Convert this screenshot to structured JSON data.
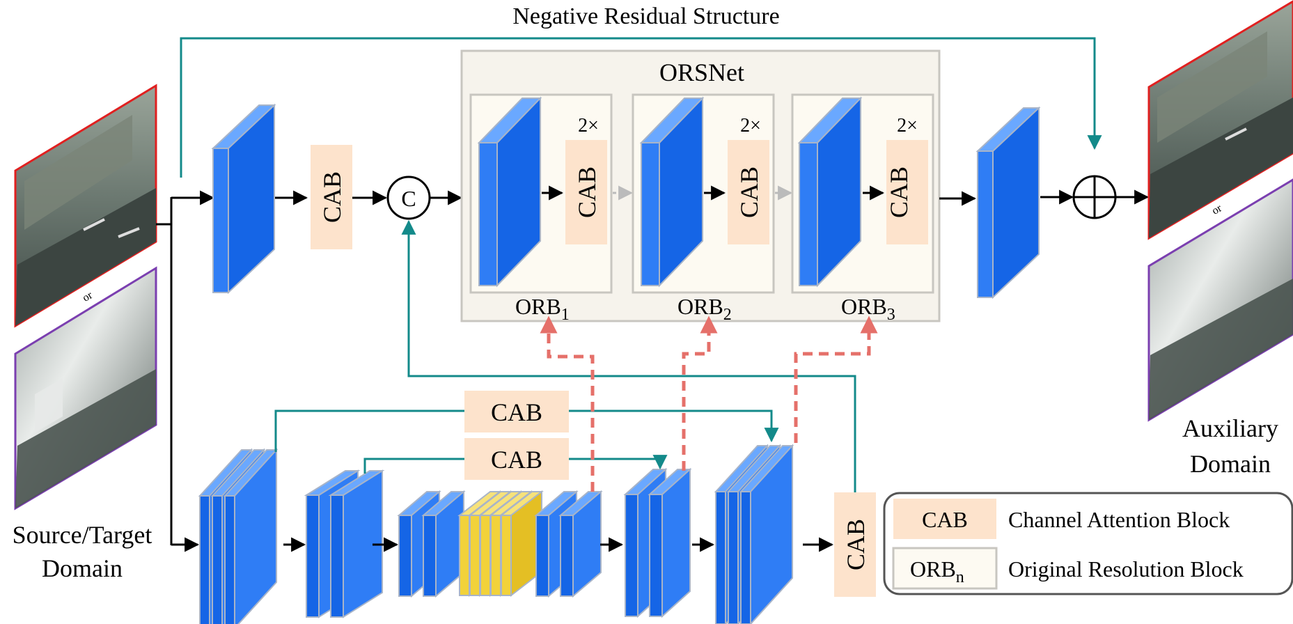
{
  "title": "Negative Residual Structure",
  "orsnet_label": "ORSNet",
  "cab": "CAB",
  "concat_symbol": "C",
  "repeat_label": "2×",
  "orb": [
    {
      "base": "ORB",
      "sub": "1"
    },
    {
      "base": "ORB",
      "sub": "2"
    },
    {
      "base": "ORB",
      "sub": "3"
    }
  ],
  "input_or": "or",
  "output_or": "or",
  "source_label": [
    "Source/Target",
    "Domain"
  ],
  "aux_label": [
    "Auxiliary",
    "Domain"
  ],
  "legend": {
    "cab_key": "CAB",
    "cab_desc": "Channel Attention Block",
    "orb_key_base": "ORB",
    "orb_key_sub": "n",
    "orb_desc": "Original Resolution Block"
  },
  "colors": {
    "block_front": "#1565e6",
    "block_side": "#2f7df5",
    "block_top": "#6aa8ff",
    "yellow": "#f2d23a",
    "cab_fill": "#fde3cc",
    "teal": "#138a8a",
    "red_dash": "#e5706a",
    "orsnet_bg": "#f6f3ec",
    "orb_bg": "#fdfaf2"
  }
}
